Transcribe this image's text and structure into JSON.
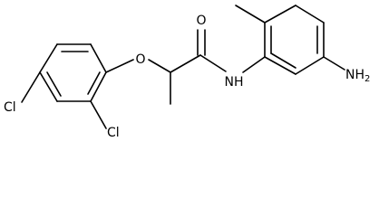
{
  "molecule": {
    "atoms": {
      "ether_oxygen": "O",
      "carbonyl_oxygen": "O",
      "amide_nitrogen": "NH",
      "chlorine_ortho": "Cl",
      "chlorine_para": "Cl",
      "amine": {
        "main": "NH",
        "sub": "2"
      }
    }
  }
}
